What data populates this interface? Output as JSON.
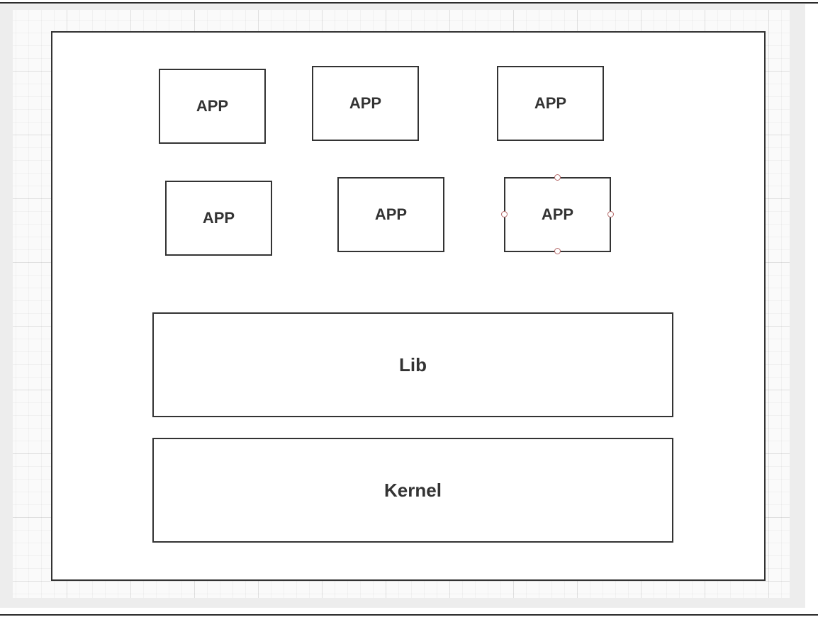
{
  "diagram": {
    "apps": [
      {
        "label": "APP"
      },
      {
        "label": "APP"
      },
      {
        "label": "APP"
      },
      {
        "label": "APP"
      },
      {
        "label": "APP"
      },
      {
        "label": "APP"
      }
    ],
    "lib_label": "Lib",
    "kernel_label": "Kernel",
    "selected_shape": "app-6"
  },
  "colors": {
    "stroke": "#333333",
    "selection_handle": "#b56a6a",
    "canvas_background": "#fafafa"
  }
}
